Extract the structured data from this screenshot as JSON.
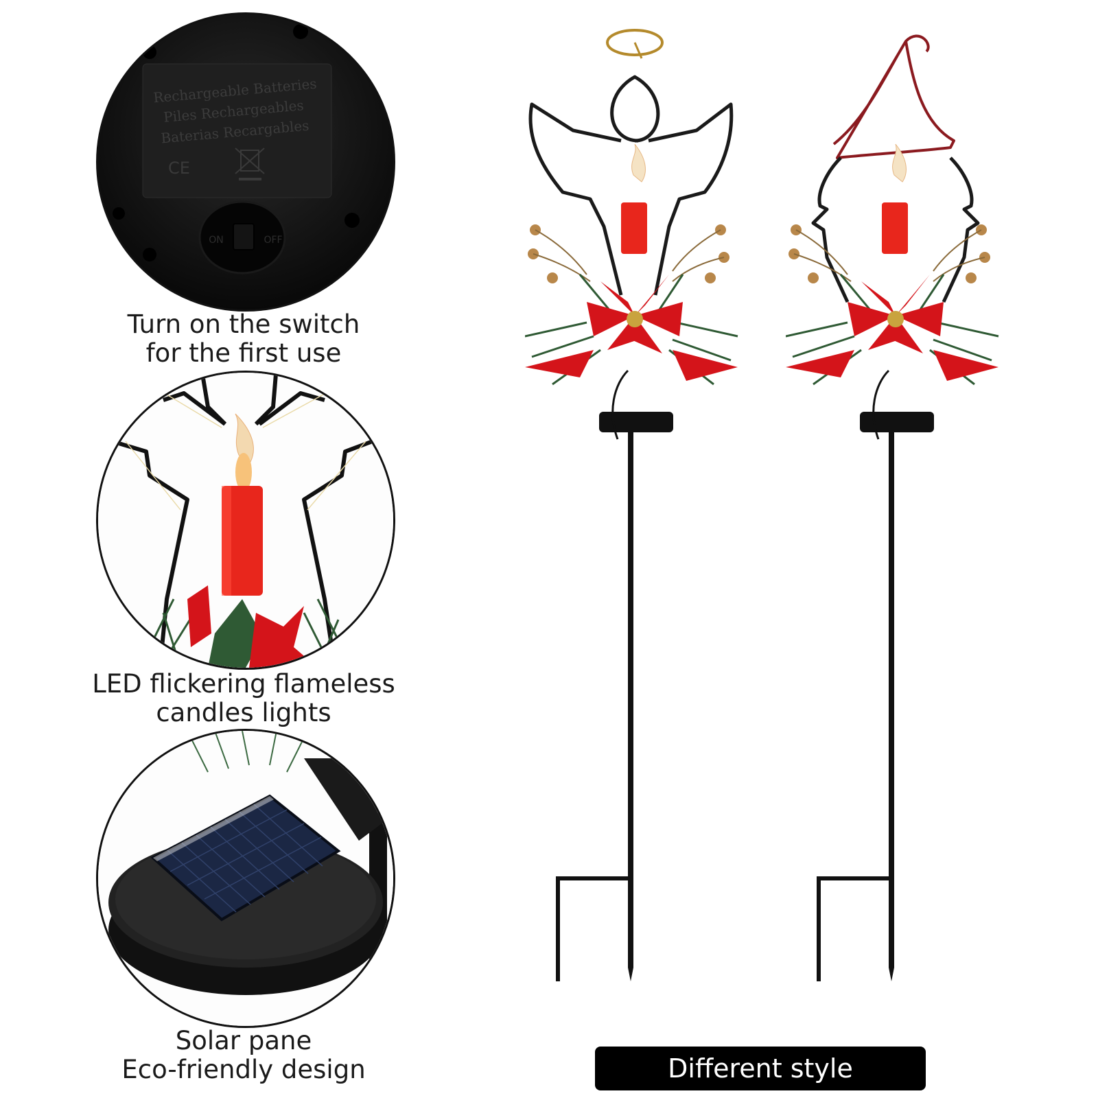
{
  "detail_panels": [
    {
      "name": "switch",
      "caption_lines": [
        "Turn on the switch",
        "for the first use"
      ],
      "device_labels": [
        "Rechargeable Batteries",
        "Piles Rechargeables",
        "Baterias Recargables"
      ],
      "switch_labels": {
        "on": "ON",
        "off": "OFF"
      },
      "mark": "CE"
    },
    {
      "name": "candle",
      "caption_lines": [
        "LED flickering flameless",
        "candles lights"
      ]
    },
    {
      "name": "solar",
      "caption_lines": [
        "Solar pane",
        "Eco-friendly design"
      ]
    }
  ],
  "products": [
    {
      "style": "angel",
      "frame_color": "#1a1a1a",
      "topper_color": "#b48a2c"
    },
    {
      "style": "gnome",
      "frame_color": "#1a1a1a",
      "topper_color": "#8b1a1f"
    }
  ],
  "banner": {
    "label": "Different style"
  },
  "colors": {
    "candle": "#e8261c",
    "poinsettia": "#d4141a",
    "pine": "#2f5a34",
    "berry": "#b8874a",
    "stake": "#111111"
  }
}
